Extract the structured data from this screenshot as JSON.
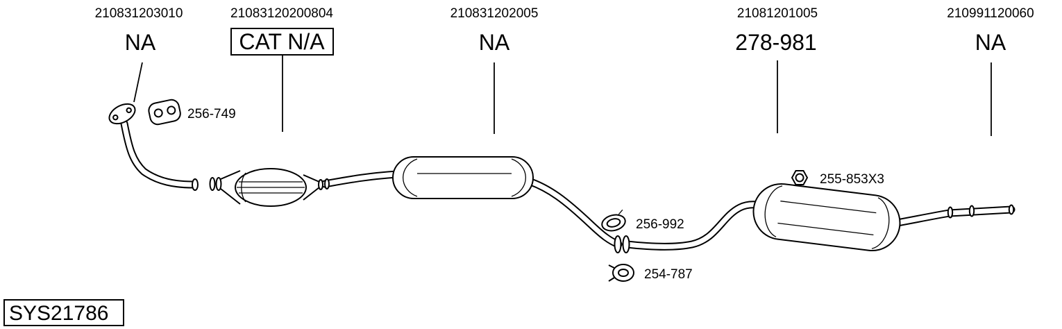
{
  "colors": {
    "line": "#000000",
    "background": "#ffffff"
  },
  "sections": [
    {
      "ref": "210831203010",
      "label": "NA"
    },
    {
      "ref": "21083120200804",
      "label": "CAT N/A"
    },
    {
      "ref": "210831202005",
      "label": "NA"
    },
    {
      "ref": "21081201005",
      "label": "278-981"
    },
    {
      "ref": "210991120060",
      "label": "NA"
    }
  ],
  "callouts": [
    {
      "part": "256-749",
      "icon": "gasket-icon"
    },
    {
      "part": "256-992",
      "icon": "clamp-ring-icon"
    },
    {
      "part": "254-787",
      "icon": "pipe-clamp-icon"
    },
    {
      "part": "255-853X3",
      "icon": "hex-nut-icon"
    }
  ],
  "system_code": "SYS21786"
}
